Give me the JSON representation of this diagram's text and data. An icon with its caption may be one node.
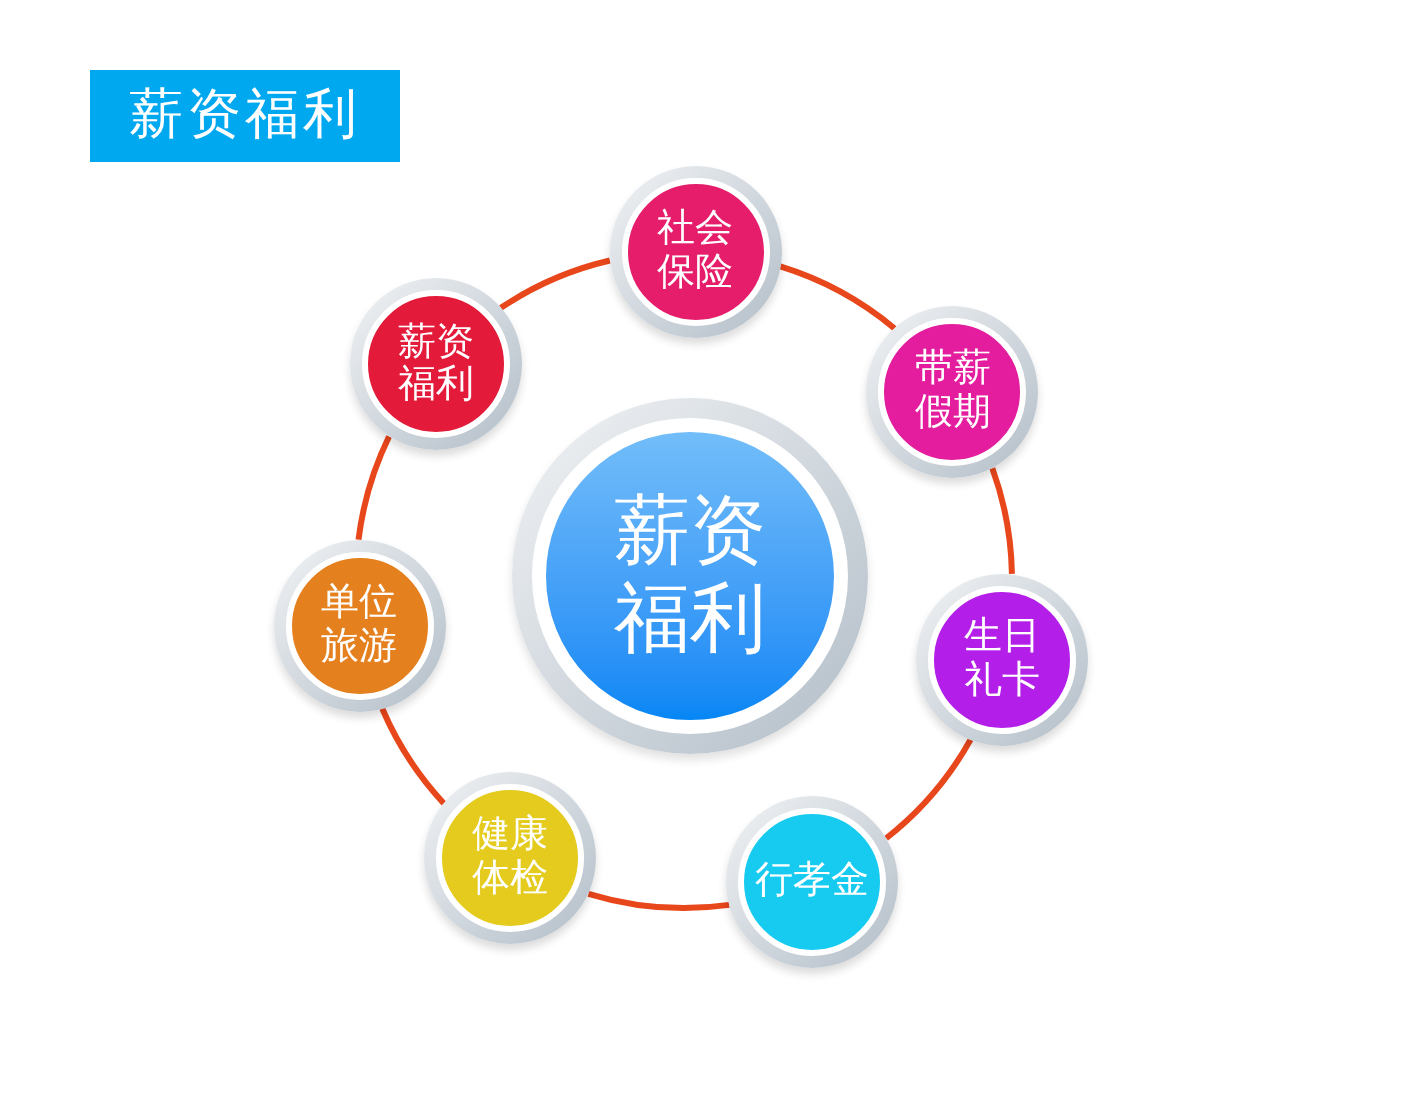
{
  "diagram": {
    "title": "薪资福利",
    "nodes": [
      {
        "text": [
          "薪资福利"
        ]
      },
      {
        "text": [
          "社会保险"
        ]
      },
      {
        "text": [
          "带薪假期"
        ]
      },
      {
        "text": [
          "生日礼卡"
        ]
      },
      {
        "text": [
          "行孝金"
        ]
      },
      {
        "text": [
          "健康体检"
        ]
      },
      {
        "text": [
          "单位旅游"
        ]
      },
      {
        "text": [
          "薪资福利"
        ]
      }
    ],
    "edges": [
      {
        "from": 1,
        "to": 2,
        "arrow": "none"
      },
      {
        "from": 2,
        "to": 3,
        "arrow": "none"
      },
      {
        "from": 3,
        "to": 4,
        "arrow": "none"
      },
      {
        "from": 4,
        "to": 5,
        "arrow": "none"
      },
      {
        "from": 5,
        "to": 6,
        "arrow": "none"
      },
      {
        "from": 6,
        "to": 7,
        "arrow": "none"
      },
      {
        "from": 7,
        "to": 1,
        "arrow": "none"
      }
    ]
  }
}
